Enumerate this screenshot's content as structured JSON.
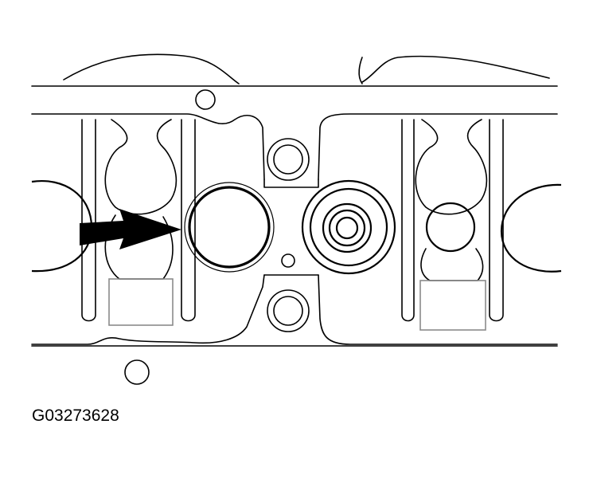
{
  "figure": {
    "id_label": "G03273628",
    "colors": {
      "line": "#000000",
      "background": "#ffffff",
      "pad_outline": "#8a8a8a"
    },
    "callouts": [
      {
        "type": "arrow",
        "points_to": "left-cylinder-bore"
      }
    ]
  }
}
